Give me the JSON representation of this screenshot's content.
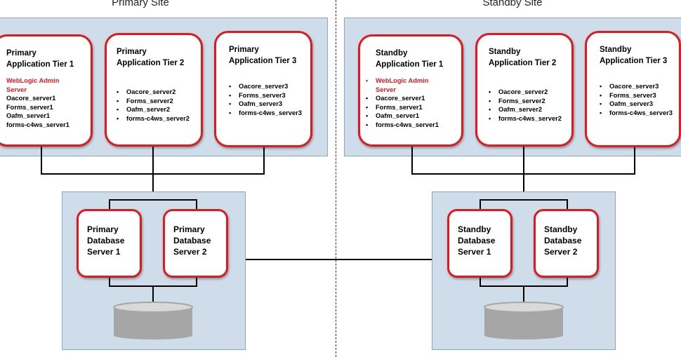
{
  "primary": {
    "site_title": "Primary Site",
    "tiers": [
      {
        "title": "Primary\nApplication Tier 1",
        "admin": "WebLogic Admin Server",
        "servers": [
          "Oacore_server1",
          "Forms_server1",
          "Oafm_server1",
          "forms-c4ws_server1"
        ]
      },
      {
        "title": "Primary\nApplication Tier 2",
        "servers": [
          "Oacore_server2",
          "Forms_server2",
          "Oafm_server2",
          "forms-c4ws_server2"
        ]
      },
      {
        "title": "Primary\nApplication Tier 3",
        "servers": [
          "Oacore_server3",
          "Forms_server3",
          "Oafm_server3",
          "forms-c4ws_server3"
        ]
      }
    ],
    "databases": [
      "Primary\nDatabase\nServer 1",
      "Primary\nDatabase\nServer 2"
    ]
  },
  "standby": {
    "site_title": "Standby Site",
    "tiers": [
      {
        "title": "Standby\nApplication Tier 1",
        "admin": "WebLogic Admin Server",
        "servers": [
          "Oacore_server1",
          "Forms_server1",
          "Oafm_server1",
          "forms-c4ws_server1"
        ]
      },
      {
        "title": "Standby\nApplication Tier 2",
        "servers": [
          "Oacore_server2",
          "Forms_server2",
          "Oafm_server2",
          "forms-c4ws_server2"
        ]
      },
      {
        "title": "Standby\nApplication Tier 3",
        "servers": [
          "Oacore_server3",
          "Forms_server3",
          "Oafm_server3",
          "forms-c4ws_server3"
        ]
      }
    ],
    "databases": [
      "Standby\nDatabase\nServer 1",
      "Standby\nDatabase\nServer 2"
    ]
  },
  "colors": {
    "node_border": "#e0191f",
    "panel_fill": "#cfdcea",
    "panel_border": "#8aa6c5",
    "disk_fill": "#a6a6a6"
  }
}
